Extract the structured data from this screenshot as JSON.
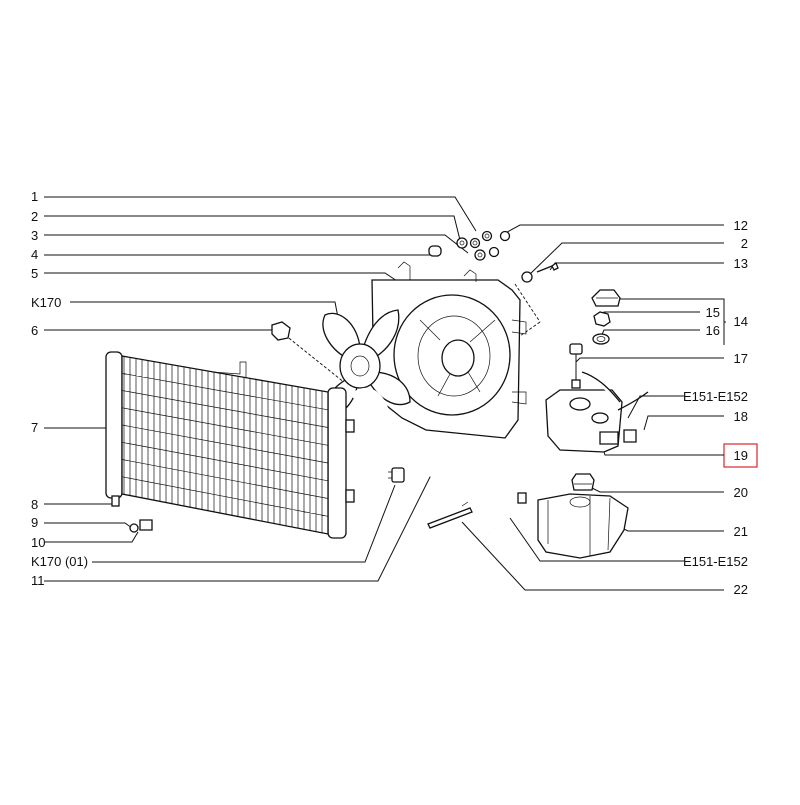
{
  "diagram": {
    "highlight_color": "#d9262a",
    "callouts_left": {
      "c1": "1",
      "c2": "2",
      "c3": "3",
      "c4": "4",
      "c5": "5",
      "ck170": "K170",
      "c6": "6",
      "c7": "7",
      "c8": "8",
      "c9": "9",
      "c10": "10",
      "ck170_01": "K170 (01)",
      "c11": "11"
    },
    "callouts_right": {
      "c12": "12",
      "c2b": "2",
      "c13": "13",
      "c14": "14",
      "c15": "15",
      "c16": "16",
      "c17": "17",
      "ce151a": "E151-E152",
      "c18": "18",
      "c19": "19",
      "c20": "20",
      "c21": "21",
      "ce151b": "E151-E152",
      "c22": "22"
    },
    "highlighted_callout": "19"
  }
}
